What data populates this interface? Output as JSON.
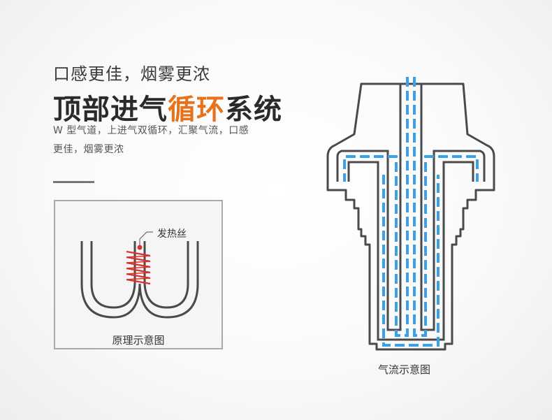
{
  "header": {
    "subtitle": "口感更佳，烟雾更浓",
    "title_pre": "顶部进气",
    "title_accent": "循环",
    "title_post": "系统",
    "desc_line1": "W 型气道，上进气双循环，汇聚气流，口感",
    "desc_line2": "更佳，烟雾更浓"
  },
  "principle": {
    "caption": "原理示意图",
    "heater_label": "发热丝"
  },
  "airflow": {
    "caption": "气流示意图"
  },
  "colors": {
    "accent": "#e8721c",
    "airflow": "#3aa0e8",
    "heater": "#d9332b",
    "outline": "#444444"
  }
}
